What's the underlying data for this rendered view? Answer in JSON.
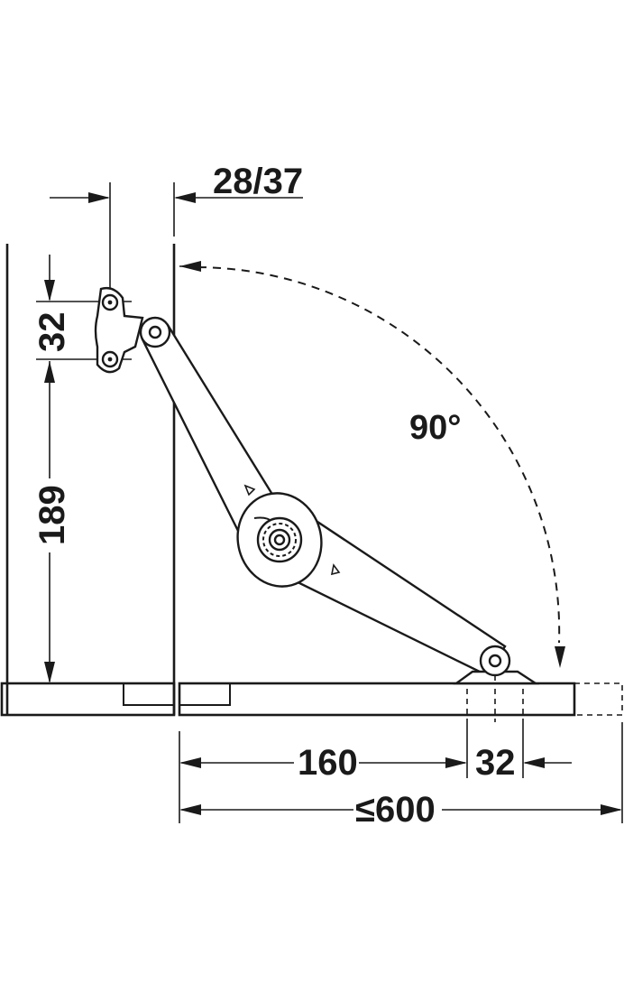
{
  "dimensions": {
    "top_gap": "28/37",
    "hole_spacing_vertical": "32",
    "mount_height": "189",
    "angle": "90°",
    "base_distance": "160",
    "hole_spacing_horizontal": "32",
    "max_depth": "≤600"
  },
  "colors": {
    "line": "#1a1a1a",
    "background": "#ffffff"
  }
}
